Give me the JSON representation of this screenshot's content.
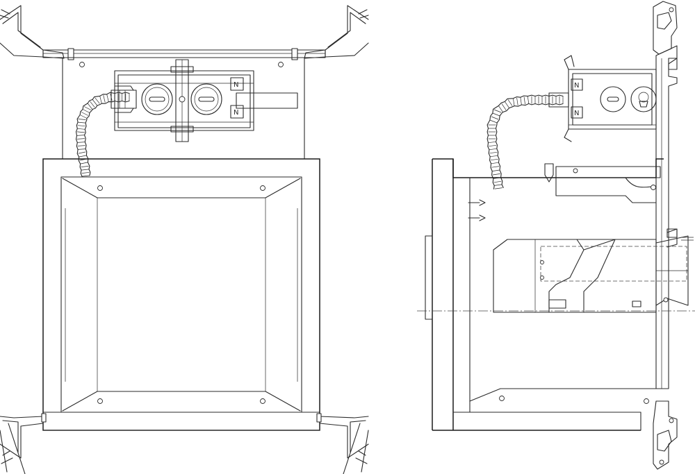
{
  "drawing": {
    "views": [
      "front",
      "side"
    ],
    "conduit_label_glyph": "N",
    "colors": {
      "line": "#2a2a2a",
      "background": "#ffffff"
    },
    "icons": [
      "flexible-conduit",
      "receptacle",
      "junction-box",
      "mounting-bracket",
      "hanger-bar",
      "screw"
    ]
  }
}
